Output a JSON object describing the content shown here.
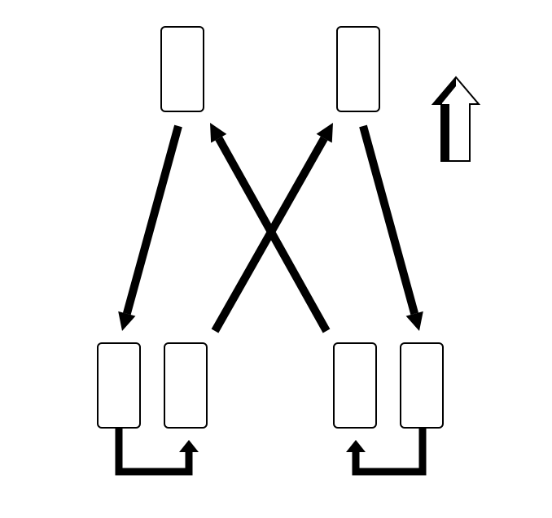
{
  "diagram": {
    "colors": {
      "stroke": "#000000",
      "fill": "#ffffff",
      "background": "#ffffff"
    },
    "nodes": [
      {
        "id": "top-left",
        "name": "tire-top-left"
      },
      {
        "id": "top-right",
        "name": "tire-top-right"
      },
      {
        "id": "bottom-left-outer",
        "name": "tire-bottom-left-outer"
      },
      {
        "id": "bottom-left-inner",
        "name": "tire-bottom-left-inner"
      },
      {
        "id": "bottom-right-inner",
        "name": "tire-bottom-right-inner"
      },
      {
        "id": "bottom-right-outer",
        "name": "tire-bottom-right-outer"
      }
    ],
    "edges": [
      {
        "from": "top-left",
        "to": "bottom-left-outer",
        "name": "arrow-top-left-to-bottom-left-outer"
      },
      {
        "from": "bottom-right-inner",
        "to": "top-left",
        "name": "arrow-bottom-right-inner-to-top-left"
      },
      {
        "from": "bottom-left-inner",
        "to": "top-right",
        "name": "arrow-bottom-left-inner-to-top-right"
      },
      {
        "from": "top-right",
        "to": "bottom-right-outer",
        "name": "arrow-top-right-to-bottom-right-outer"
      },
      {
        "from": "bottom-left-outer",
        "to": "bottom-left-inner",
        "name": "arrow-bottom-left-outer-to-inner"
      },
      {
        "from": "bottom-right-outer",
        "to": "bottom-right-inner",
        "name": "arrow-bottom-right-outer-to-inner"
      }
    ],
    "direction_indicator": {
      "icon": "up-arrow-icon",
      "direction": "up"
    }
  }
}
